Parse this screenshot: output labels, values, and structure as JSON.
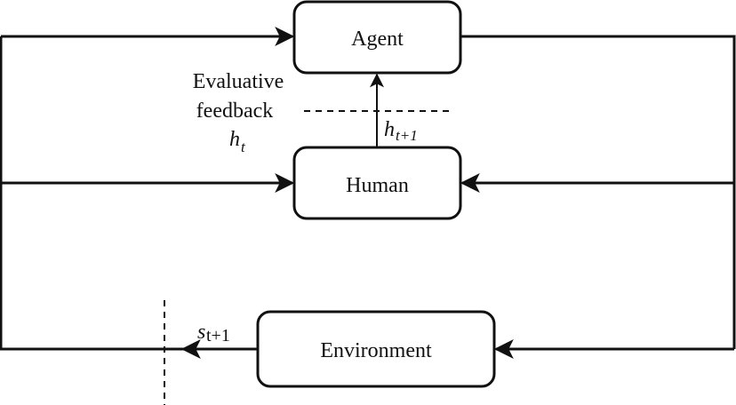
{
  "diagram": {
    "nodes": {
      "agent": "Agent",
      "human": "Human",
      "environment": "Environment"
    },
    "labels": {
      "evaluative_line1": "Evaluative",
      "evaluative_line2": "feedback",
      "h_t_base": "h",
      "h_t_sub": "t",
      "h_t1_base": "h",
      "h_t1_sub": "t+1",
      "s_t1_base": "s",
      "s_t1_sub": "t+1"
    },
    "colors": {
      "stroke": "#111111",
      "fill": "#ffffff"
    }
  }
}
